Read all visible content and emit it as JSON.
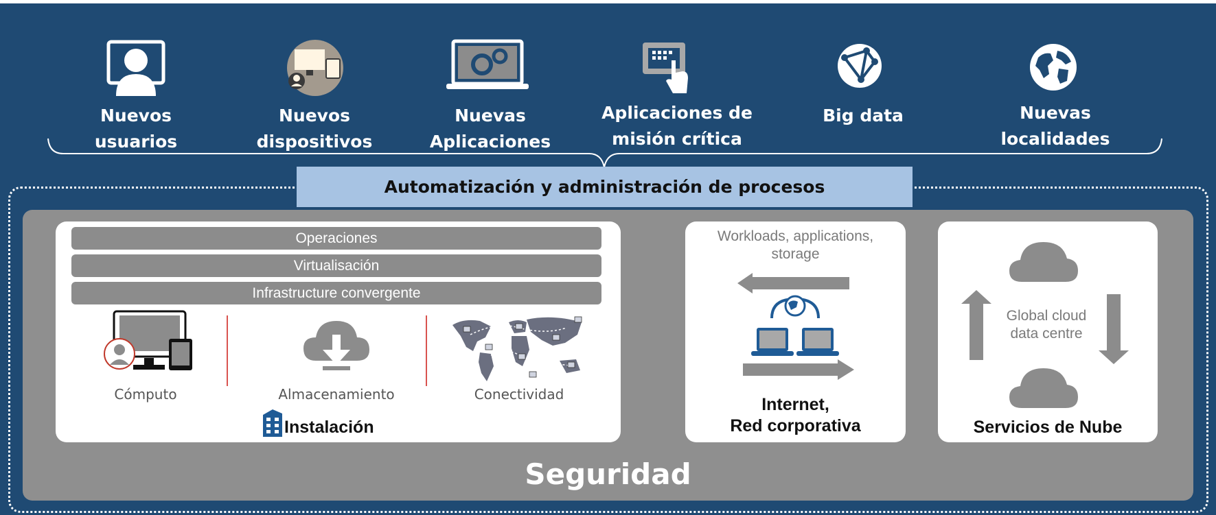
{
  "categories": [
    {
      "label_line1": "Nuevos",
      "label_line2": "usuarios",
      "icon": "user-monitor-icon"
    },
    {
      "label_line1": "Nuevos",
      "label_line2": "dispositivos",
      "icon": "devices-icon"
    },
    {
      "label_line1": "Nuevas",
      "label_line2": "Aplicaciones",
      "icon": "laptop-gears-icon"
    },
    {
      "label_line1": "Aplicaciones de",
      "label_line2": "misión crítica",
      "icon": "touch-panel-icon"
    },
    {
      "label_line1": "Big data",
      "label_line2": "",
      "icon": "network-globe-icon"
    },
    {
      "label_line1": "Nuevas",
      "label_line2": "localidades",
      "icon": "globe-icon"
    }
  ],
  "banner": "Automatización y administración de procesos",
  "installation": {
    "layers": [
      "Operaciones",
      "Virtualisación",
      "Infrastructure convergente"
    ],
    "components": [
      "Cómputo",
      "Almacenamiento",
      "Conectividad"
    ],
    "title": "Instalación"
  },
  "internet": {
    "caption_line1": "Workloads, applications,",
    "caption_line2": "storage",
    "title_line1": "Internet,",
    "title_line2": "Red corporativa"
  },
  "cloud": {
    "caption_line1": "Global cloud",
    "caption_line2": "data centre",
    "title": "Servicios de Nube"
  },
  "footer": "Seguridad",
  "colors": {
    "background": "#1f4a73",
    "banner": "#a7c3e3",
    "panel": "#8f8f8f",
    "icon_blue": "#1f5b96",
    "divider": "#d9534f"
  }
}
